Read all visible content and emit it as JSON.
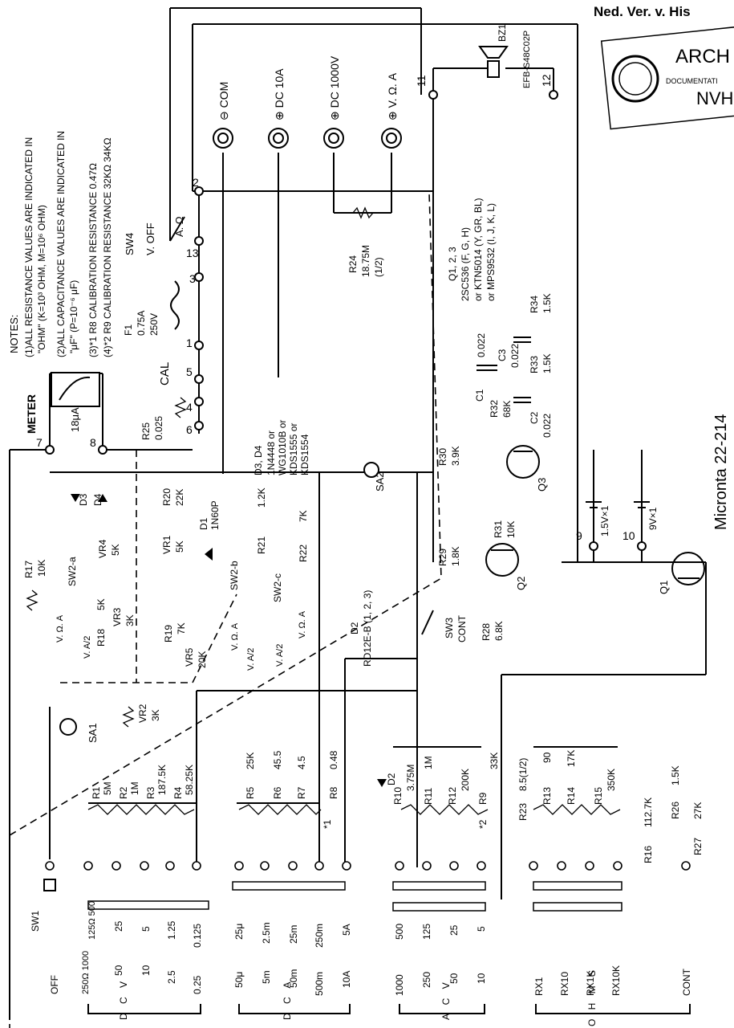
{
  "header": {
    "archive_text": "Ned. Ver. v. His",
    "stamp_word": "ARCH",
    "stamp_sub": "DOCUMENTATI",
    "stamp_tail": "NVH"
  },
  "model": "Micronta 22-214",
  "notes": {
    "title": "NOTES:",
    "lines": [
      "(1)ALL RESISTANCE VALUES ARE INDICATED IN",
      "\"OHM\" (K=10³ OHM, M=10⁶ OHM)",
      "(2)ALL CAPACITANCE VALUES ARE INDICATED IN",
      "\"μF\" (P=10⁻⁶ μF)",
      "(3)*1 R8 CALIBRATION RESISTANCE 0.47Ω",
      "(4)*2 R9 CALIBRATION RESISTANCE 32KΩ 34KΩ"
    ]
  },
  "terminals": [
    {
      "label": "⊖ COM"
    },
    {
      "label": "⊕ DC 10A"
    },
    {
      "label": "⊕ DC 1000V"
    },
    {
      "label": "⊕ V. Ω. A"
    }
  ],
  "buzzer": {
    "ref": "BZ1",
    "part": "EFB-S48C02P"
  },
  "transistors": {
    "note_ref": "Q1, 2, 3",
    "note_lines": [
      "2SC536 (F, G, H)",
      "or KTN5014 (Y, GR, BL)",
      "or MPS9532 (I, J, K, L)"
    ],
    "q1": "Q1",
    "q2": "Q2",
    "q3": "Q3"
  },
  "switches": {
    "sw4": "SW4",
    "sw4_voff": "V. OFF",
    "sw4_aohm": "A. Ω",
    "sw1": "SW1",
    "sw2a": "SW2-a",
    "sw2b": "SW2-b",
    "sw2c": "SW2-c",
    "sw3": "SW3",
    "sw3_sub": "CONT",
    "pos_voa": "V. Ω. A",
    "pos_va2": "V. A/2"
  },
  "fuse": {
    "ref": "F1",
    "value": "0.75A",
    "rating": "250V"
  },
  "meter": {
    "label": "METER",
    "value": "18μA"
  },
  "cal_label": "CAL",
  "parts": {
    "r25": "R25",
    "r25v": "0.025",
    "r24": "R24",
    "r24v": "18.75M",
    "r24n": "(1/2)",
    "r17": "R17",
    "r17v": "10K",
    "r18": "R18",
    "r18v": "5K",
    "r19": "R19",
    "r19v": "7K",
    "r20": "R20",
    "r20v": "22K",
    "r21": "R21",
    "r21v": "1.2K",
    "r22": "R22",
    "r22v": "7K",
    "vr1": "VR1",
    "vr1v": "5K",
    "vr2": "VR2",
    "vr2v": "3K",
    "vr3": "VR3",
    "vr3v": "3K",
    "vr4": "VR4",
    "vr4v": "5K",
    "vr5": "VR5",
    "vr5v": "20K",
    "d1": "D1",
    "d1v": "1N60P",
    "d2": "D2",
    "d2v": "RD12E-B (1, 2, 3)",
    "d3": "D3",
    "d4": "D4",
    "d34": "D3, D4",
    "d34a": "1N4448 or",
    "d34b": "WG1010B or",
    "d34c": "KDS1555 or",
    "d34d": "KDS1554",
    "sa1": "SA1",
    "sa2": "SA2",
    "r28": "R28",
    "r28v": "6.8K",
    "r29": "R29",
    "r29v": "1.8K",
    "r30": "R30",
    "r30v": "3.9K",
    "r31": "R31",
    "r31v": "10K",
    "r32": "R32",
    "r32v": "68K",
    "r33": "R33",
    "r33v": "1.5K",
    "r34": "R34",
    "r34v": "1.5K",
    "c1": "C1",
    "c1v": "0.022",
    "c2": "C2",
    "c2v": "0.022",
    "c3": "C3",
    "c3v": "0.022",
    "bat1": "1.5V×1",
    "bat2": "9V×1",
    "r1": "R1",
    "r1v": "5M",
    "r2": "R2",
    "r2v": "1M",
    "r3": "R3",
    "r3v": "187.5K",
    "r4": "R4",
    "r4v": "58.25K",
    "r5": "R5",
    "r5v": "25K",
    "r6": "R6",
    "r6v": "45.5",
    "r7": "R7",
    "r7v": "4.5",
    "r8": "R8",
    "r8v": "0.48",
    "r8n": "*1",
    "r10": "R10",
    "r10v": "3.75M",
    "r11": "R11",
    "r11v": "1M",
    "r12": "R12",
    "r12v": "200K",
    "r9": "R9",
    "r9v": "33K",
    "r9n": "*2",
    "r23": "R23",
    "r23v": "8.5(1/2)",
    "r13": "R13",
    "r13v": "90",
    "r14": "R14",
    "r14v": "17K",
    "r15": "R15",
    "r15v": "350K",
    "r16": "R16",
    "r16v": "112.7K",
    "r26": "R26",
    "r26v": "1.5K",
    "r27": "R27",
    "r27v": "27K"
  },
  "nodes": [
    "1",
    "2",
    "3",
    "4",
    "5",
    "6",
    "7",
    "8",
    "9",
    "10",
    "11",
    "12",
    "13"
  ],
  "ranges": {
    "dcv": {
      "group": "D C V",
      "items": [
        "OFF",
        "250Ω 1000",
        "50",
        "10",
        "2.5",
        "0.25"
      ],
      "upper": [
        "125Ω 500",
        "25",
        "5",
        "1.25",
        "0.125"
      ]
    },
    "dca": {
      "group": "D C A",
      "items": [
        "50μ",
        "5m",
        "50m",
        "500m",
        "10A"
      ],
      "upper": [
        "25μ",
        "2.5m",
        "25m",
        "250m",
        "5A"
      ]
    },
    "acv": {
      "group": "A C V",
      "items": [
        "1000",
        "250",
        "50",
        "10"
      ],
      "upper": [
        "500",
        "125",
        "25",
        "5"
      ]
    },
    "ohms": {
      "group": "O H M S",
      "items": [
        "RX1",
        "RX10",
        "RX1K",
        "RX10K",
        "CONT"
      ]
    }
  }
}
